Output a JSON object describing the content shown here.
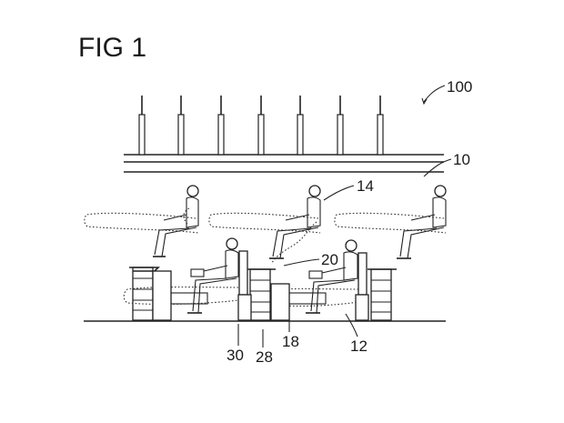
{
  "figure": {
    "title": "FIG 1",
    "labels": {
      "l100": "100",
      "l10": "10",
      "l14": "14",
      "l20": "20",
      "l30": "30",
      "l28": "28",
      "l18": "18",
      "l12": "12"
    }
  }
}
